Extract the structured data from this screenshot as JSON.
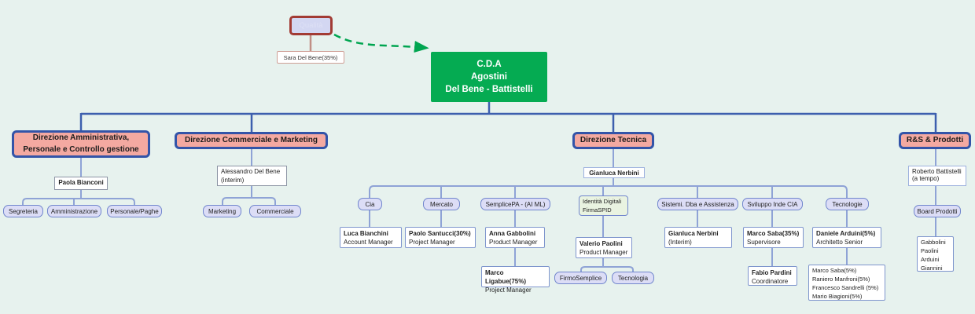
{
  "quality": {
    "title": "Qualità",
    "staff": "Sara Del Bene(35%)"
  },
  "cda": {
    "title": "C.D.A\nAgostini\nDel Bene - Battistelli"
  },
  "branches": {
    "admin": {
      "title": "Direzione Amministrativa,\nPersonale e Controllo gestione",
      "manager": "Paola Bianconi",
      "units": [
        "Segreteria",
        "Amministrazione",
        "Personale/Paghe"
      ]
    },
    "commercial": {
      "title": "Direzione Commerciale e Marketing",
      "manager": "Alessandro Del Bene\n(interim)",
      "units": [
        "Marketing",
        "Commerciale"
      ]
    },
    "tech": {
      "title": "Direzione Tecnica",
      "manager": "Gianluca Nerbini",
      "areas": [
        {
          "unit": "Cia",
          "person": "Luca Bianchini",
          "role": "Account Manager"
        },
        {
          "unit": "Mercato",
          "person": "Paolo Santucci(30%)",
          "role": "Project Manager"
        },
        {
          "unit": "SemplicePA - (AI ML)",
          "person": "Anna Gabbolini",
          "role": "Product Manager",
          "sub_person": "Marco Ligabue(75%)",
          "sub_role": "Project Manager"
        },
        {
          "unit": "Identità Digitali\nFirmaSPID",
          "person": "Valerio Paolini",
          "role": "Product Manager",
          "sub_units": [
            "FirmoSemplice",
            "Tecnologia"
          ]
        },
        {
          "unit": "Sistemi. Dba e Assistenza",
          "person": "Gianluca Nerbini",
          "role": "(Interim)"
        },
        {
          "unit": "Sviluppo Inde CIA",
          "person": "Marco Saba(35%)",
          "role": "Supervisore",
          "sub_person": "Fabio Pardini",
          "sub_role": "Coordinatore"
        },
        {
          "unit": "Tecnologie",
          "person": "Daniele Arduini(5%)",
          "role": "Architetto Senior",
          "sub_list": "Marco Saba(5%)\nRaniero Manfroni(5%)\nFrancesco Sandrelli (5%)\nMario Biagioni(5%)"
        }
      ]
    },
    "rs": {
      "title": "R&S & Prodotti",
      "manager": "Roberto Battistelli\n(a tempo)",
      "board": "Board Prodotti",
      "board_members": "Gabbolini\nPaolini\nArduini\nGiannini"
    }
  },
  "colors": {
    "background": "#e7f2ee",
    "cda_green": "#05ab52",
    "branch_fill": "#f4a9a1",
    "branch_border": "#3354a8",
    "unit_fill": "#dcddf6",
    "unit_border": "#7186cd",
    "identity_fill": "#e9f3e1",
    "trunk_line": "#3d5fae",
    "child_line": "#8fa3d6",
    "arrow_green": "#00a550",
    "quality_border": "#a23b34"
  }
}
